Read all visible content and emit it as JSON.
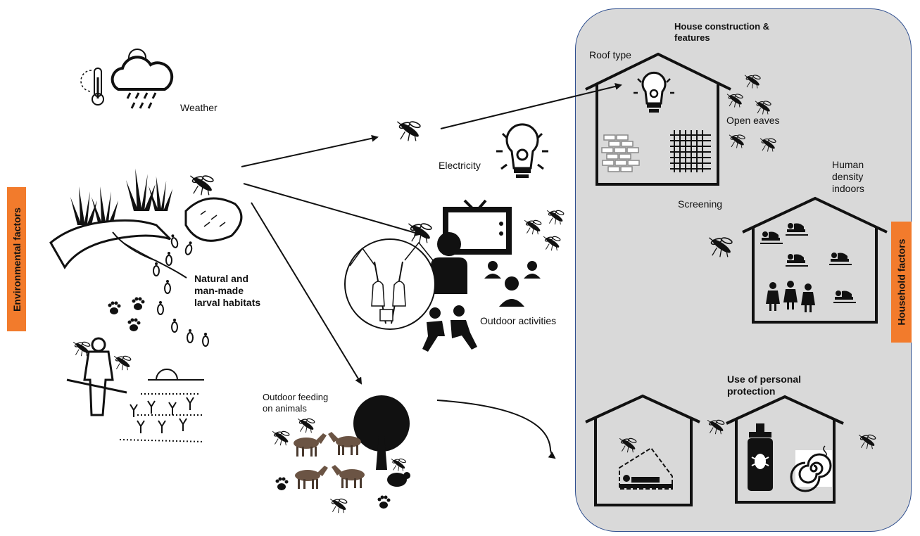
{
  "side_labels": {
    "environmental": "Environmental factors",
    "household": "Household factors"
  },
  "labels": {
    "weather": "Weather",
    "larval_habitats": "Natural and\nman-made\nlarval habitats",
    "electricity": "Electricity",
    "outdoor_activities": "Outdoor activities",
    "outdoor_feeding": "Outdoor feeding\non animals",
    "house_construction": "House construction &\nfeatures",
    "roof_type": "Roof type",
    "open_eaves": "Open eaves",
    "screening": "Screening",
    "human_density": "Human\ndensity\nindoors",
    "personal_protection": "Use of personal\nprotection"
  },
  "colors": {
    "side_tag": "#f27b2c",
    "panel_fill": "#d9d9d9",
    "panel_border": "#2f4f8f",
    "ink": "#111111"
  },
  "icons": [
    "thermometer-icon",
    "cloud-rain-icon",
    "mosquito-icon",
    "grass-icon",
    "footprint-icon",
    "paw-icon",
    "farmer-icon",
    "lightbulb-icon",
    "tv-icon",
    "people-icon",
    "children-icon",
    "tree-icon",
    "donkey-icon",
    "house-icon",
    "brick-wall-icon",
    "screen-mesh-icon",
    "sleeping-person-icon",
    "bednet-icon",
    "spray-can-icon",
    "mosquito-coil-icon"
  ]
}
